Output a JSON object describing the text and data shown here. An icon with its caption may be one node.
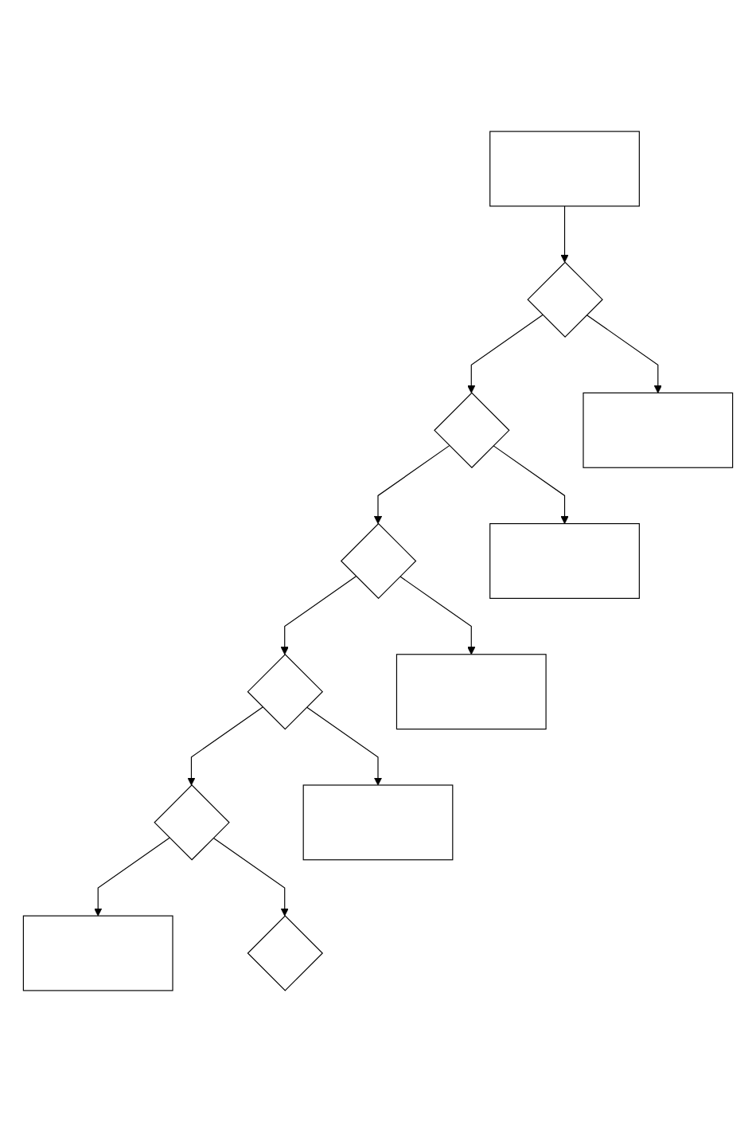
{
  "diagram": {
    "nodes": [
      {
        "text": [],
        "shape": "box"
      },
      {
        "text": [],
        "shape": "diamond"
      },
      {
        "text": [],
        "shape": "box"
      },
      {
        "text": [],
        "shape": "diamond"
      },
      {
        "text": [],
        "shape": "box"
      },
      {
        "text": [],
        "shape": "diamond"
      },
      {
        "text": [],
        "shape": "box"
      },
      {
        "text": [],
        "shape": "diamond"
      },
      {
        "text": [],
        "shape": "box"
      },
      {
        "text": [],
        "shape": "diamond"
      },
      {
        "text": [],
        "shape": "box"
      },
      {
        "text": [],
        "shape": "diamond"
      }
    ],
    "edges": [
      {
        "from": 0,
        "to": 1,
        "arrow": "to"
      },
      {
        "from": 1,
        "to": 2,
        "arrow": "to"
      },
      {
        "from": 1,
        "to": 3,
        "arrow": "to"
      },
      {
        "from": 3,
        "to": 4,
        "arrow": "to"
      },
      {
        "from": 3,
        "to": 5,
        "arrow": "to"
      },
      {
        "from": 5,
        "to": 6,
        "arrow": "to"
      },
      {
        "from": 5,
        "to": 7,
        "arrow": "to"
      },
      {
        "from": 7,
        "to": 8,
        "arrow": "to"
      },
      {
        "from": 7,
        "to": 9,
        "arrow": "to"
      },
      {
        "from": 9,
        "to": 10,
        "arrow": "to"
      },
      {
        "from": 9,
        "to": 11,
        "arrow": "to"
      }
    ]
  }
}
